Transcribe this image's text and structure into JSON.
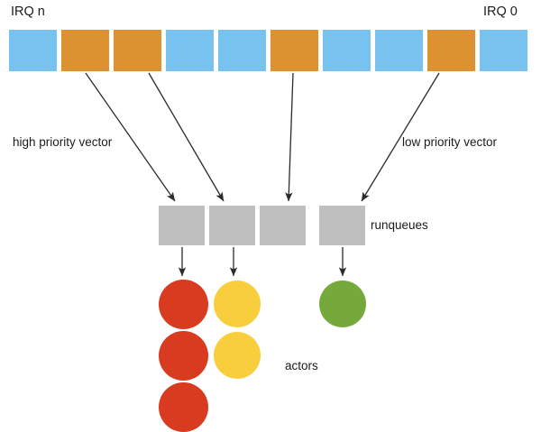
{
  "diagram": {
    "title": "IRQ vectors to runqueues to actors",
    "background": "#ffffff",
    "palette": {
      "blue": "#77c2ef",
      "orange": "#dd9232",
      "gray": "#bfbfbf",
      "red": "#d93b21",
      "yellow": "#f8ce3d",
      "green": "#76a93c",
      "arrow": "#2b2b2b",
      "text": "#1a1a1a"
    },
    "labels": {
      "irq_left": "IRQ n",
      "irq_right": "IRQ 0",
      "high_priority": "high priority vector",
      "low_priority": "low priority vector",
      "runqueues": "runqueues",
      "actors": "actors"
    },
    "irq_vector": {
      "count": 10,
      "cells": [
        {
          "index": 0,
          "color": "#77c2ef",
          "state": "idle"
        },
        {
          "index": 1,
          "color": "#dd9232",
          "state": "pending"
        },
        {
          "index": 2,
          "color": "#dd9232",
          "state": "pending"
        },
        {
          "index": 3,
          "color": "#77c2ef",
          "state": "idle"
        },
        {
          "index": 4,
          "color": "#77c2ef",
          "state": "idle"
        },
        {
          "index": 5,
          "color": "#dd9232",
          "state": "pending"
        },
        {
          "index": 6,
          "color": "#77c2ef",
          "state": "idle"
        },
        {
          "index": 7,
          "color": "#77c2ef",
          "state": "idle"
        },
        {
          "index": 8,
          "color": "#dd9232",
          "state": "pending"
        },
        {
          "index": 9,
          "color": "#77c2ef",
          "state": "idle"
        }
      ]
    },
    "runqueues": {
      "count": 4,
      "cells": [
        {
          "index": 0,
          "color": "#bfbfbf"
        },
        {
          "index": 1,
          "color": "#bfbfbf"
        },
        {
          "index": 2,
          "color": "#bfbfbf"
        },
        {
          "index": 3,
          "color": "#bfbfbf"
        }
      ]
    },
    "actors": {
      "columns": [
        {
          "runqueue": 0,
          "color": "#d93b21",
          "count": 3
        },
        {
          "runqueue": 1,
          "color": "#f8ce3d",
          "count": 2
        },
        {
          "runqueue": 2,
          "color": null,
          "count": 0
        },
        {
          "runqueue": 3,
          "color": "#76a93c",
          "count": 1
        }
      ],
      "total": 6
    },
    "edges": [
      {
        "from": "irq-cell-1",
        "to": "runqueue-0"
      },
      {
        "from": "irq-cell-2",
        "to": "runqueue-1"
      },
      {
        "from": "irq-cell-5",
        "to": "runqueue-2"
      },
      {
        "from": "irq-cell-8",
        "to": "runqueue-3"
      },
      {
        "from": "runqueue-0",
        "to": "actor-red-0"
      },
      {
        "from": "runqueue-1",
        "to": "actor-yellow-0"
      },
      {
        "from": "runqueue-3",
        "to": "actor-green-0"
      }
    ]
  }
}
